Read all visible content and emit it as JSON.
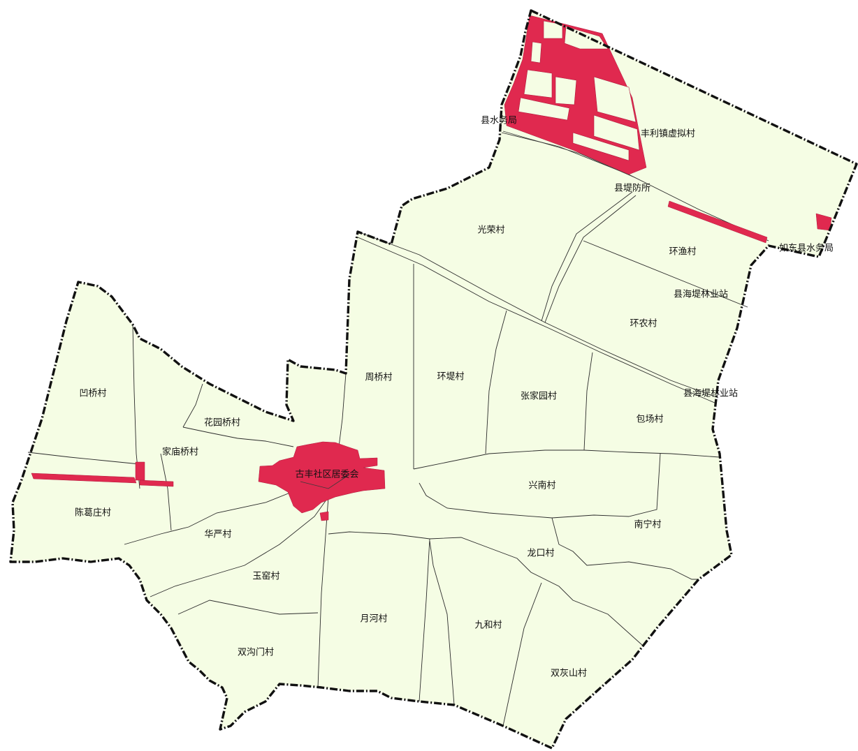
{
  "colors": {
    "land": "#f5fde4",
    "built_up": "#e0294f",
    "boundary": "#111111",
    "village_line": "#2b2b2b",
    "background": "#ffffff"
  },
  "labels": {
    "shuiwuju": "县水务局",
    "fengli_xuni": "丰利镇虚拟村",
    "difangsuo": "县堤防所",
    "guangrong": "光荣村",
    "huanyu": "环渔村",
    "rudong_shuiwuju": "如东县水务局",
    "haidi_linye_1": "县海堤林业站",
    "huannong": "环农村",
    "haidi_linye_2": "县海堤林业站",
    "aoqiao": "凹桥村",
    "zhouqiao": "周桥村",
    "huandi": "环堤村",
    "zhangjiayuan": "张家园村",
    "baochang": "包场村",
    "huayuanqiao": "花园桥村",
    "jiamiaoqiao": "家庙桥村",
    "gufeng_shequ": "古丰社区居委会",
    "xingnan": "兴南村",
    "nanning": "南宁村",
    "chengezhuang": "陈葛庄村",
    "huayan": "华严村",
    "longkou": "龙口村",
    "yuyao": "玉窑村",
    "yuehe": "月河村",
    "jiuhe": "九和村",
    "shuanggoumen": "双沟门村",
    "shuanghuishan": "双灰山村"
  }
}
